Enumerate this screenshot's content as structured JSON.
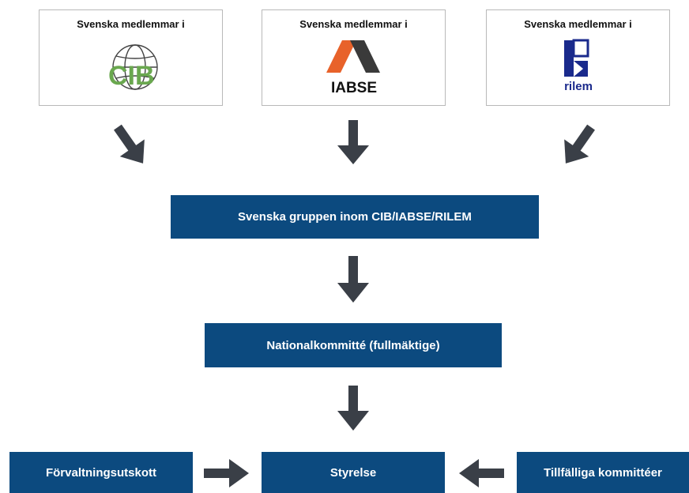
{
  "members": [
    {
      "caption": "Svenska medlemmar i",
      "logo": "CIB",
      "logo_color": "#6aa84f"
    },
    {
      "caption": "Svenska medlemmar i",
      "logo": "IABSE",
      "logo_color": "#e8622a"
    },
    {
      "caption": "Svenska medlemmar i",
      "logo": "rilem",
      "logo_color": "#1a2a8c"
    }
  ],
  "boxes": {
    "group": "Svenska gruppen inom CIB/IABSE/RILEM",
    "national": "Nationalkommitté (fullmäktige)",
    "board": "Styrelse",
    "admin": "Förvaltningsutskott",
    "temp": "Tillfälliga kommittéer"
  },
  "colors": {
    "box": "#0c4a7f",
    "arrow": "#3a3f47"
  }
}
